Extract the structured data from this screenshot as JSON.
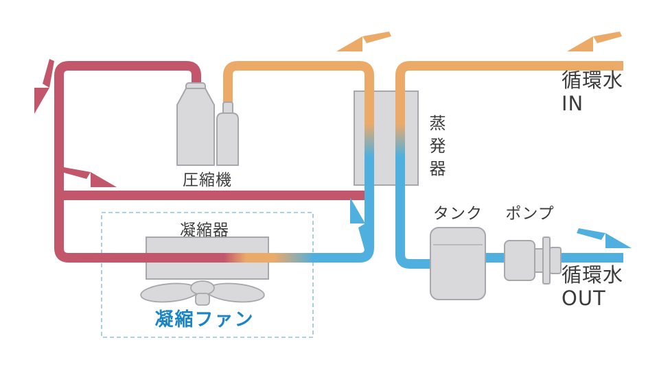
{
  "diagram": {
    "components": {
      "compressor": {
        "label": "圧縮機"
      },
      "condenser": {
        "label": "凝縮器"
      },
      "condenser_fan": {
        "label": "凝縮ファン"
      },
      "evaporator": {
        "label": "蒸発器"
      },
      "tank": {
        "label": "タンク"
      },
      "pump": {
        "label": "ポンプ"
      }
    },
    "water_in": {
      "line1": "循環水",
      "line2": "IN"
    },
    "water_out": {
      "line1": "循環水",
      "line2": "OUT"
    },
    "colors": {
      "hot_refrigerant": "#c2566b",
      "warm_line": "#ecaa69",
      "cold_line": "#4fafdf",
      "component_fill": "#d9d9dc",
      "component_stroke": "#a6a6ac",
      "fan_label_text": "#1b84c5",
      "label_text": "#3b3b3b",
      "enclosure_dash": "#90c3e4"
    },
    "flow_arrows": [
      {
        "name": "hot-gas-down",
        "direction": "down",
        "color": "#c2566b"
      },
      {
        "name": "hot-gas-right",
        "direction": "right",
        "color": "#c2566b"
      },
      {
        "name": "suction-left",
        "direction": "left",
        "color": "#ecaa69"
      },
      {
        "name": "water-in-left",
        "direction": "left",
        "color": "#ecaa69"
      },
      {
        "name": "refrigerant-up",
        "direction": "up",
        "color": "#4fafdf"
      },
      {
        "name": "water-out-right",
        "direction": "right",
        "color": "#4fafdf"
      }
    ]
  }
}
